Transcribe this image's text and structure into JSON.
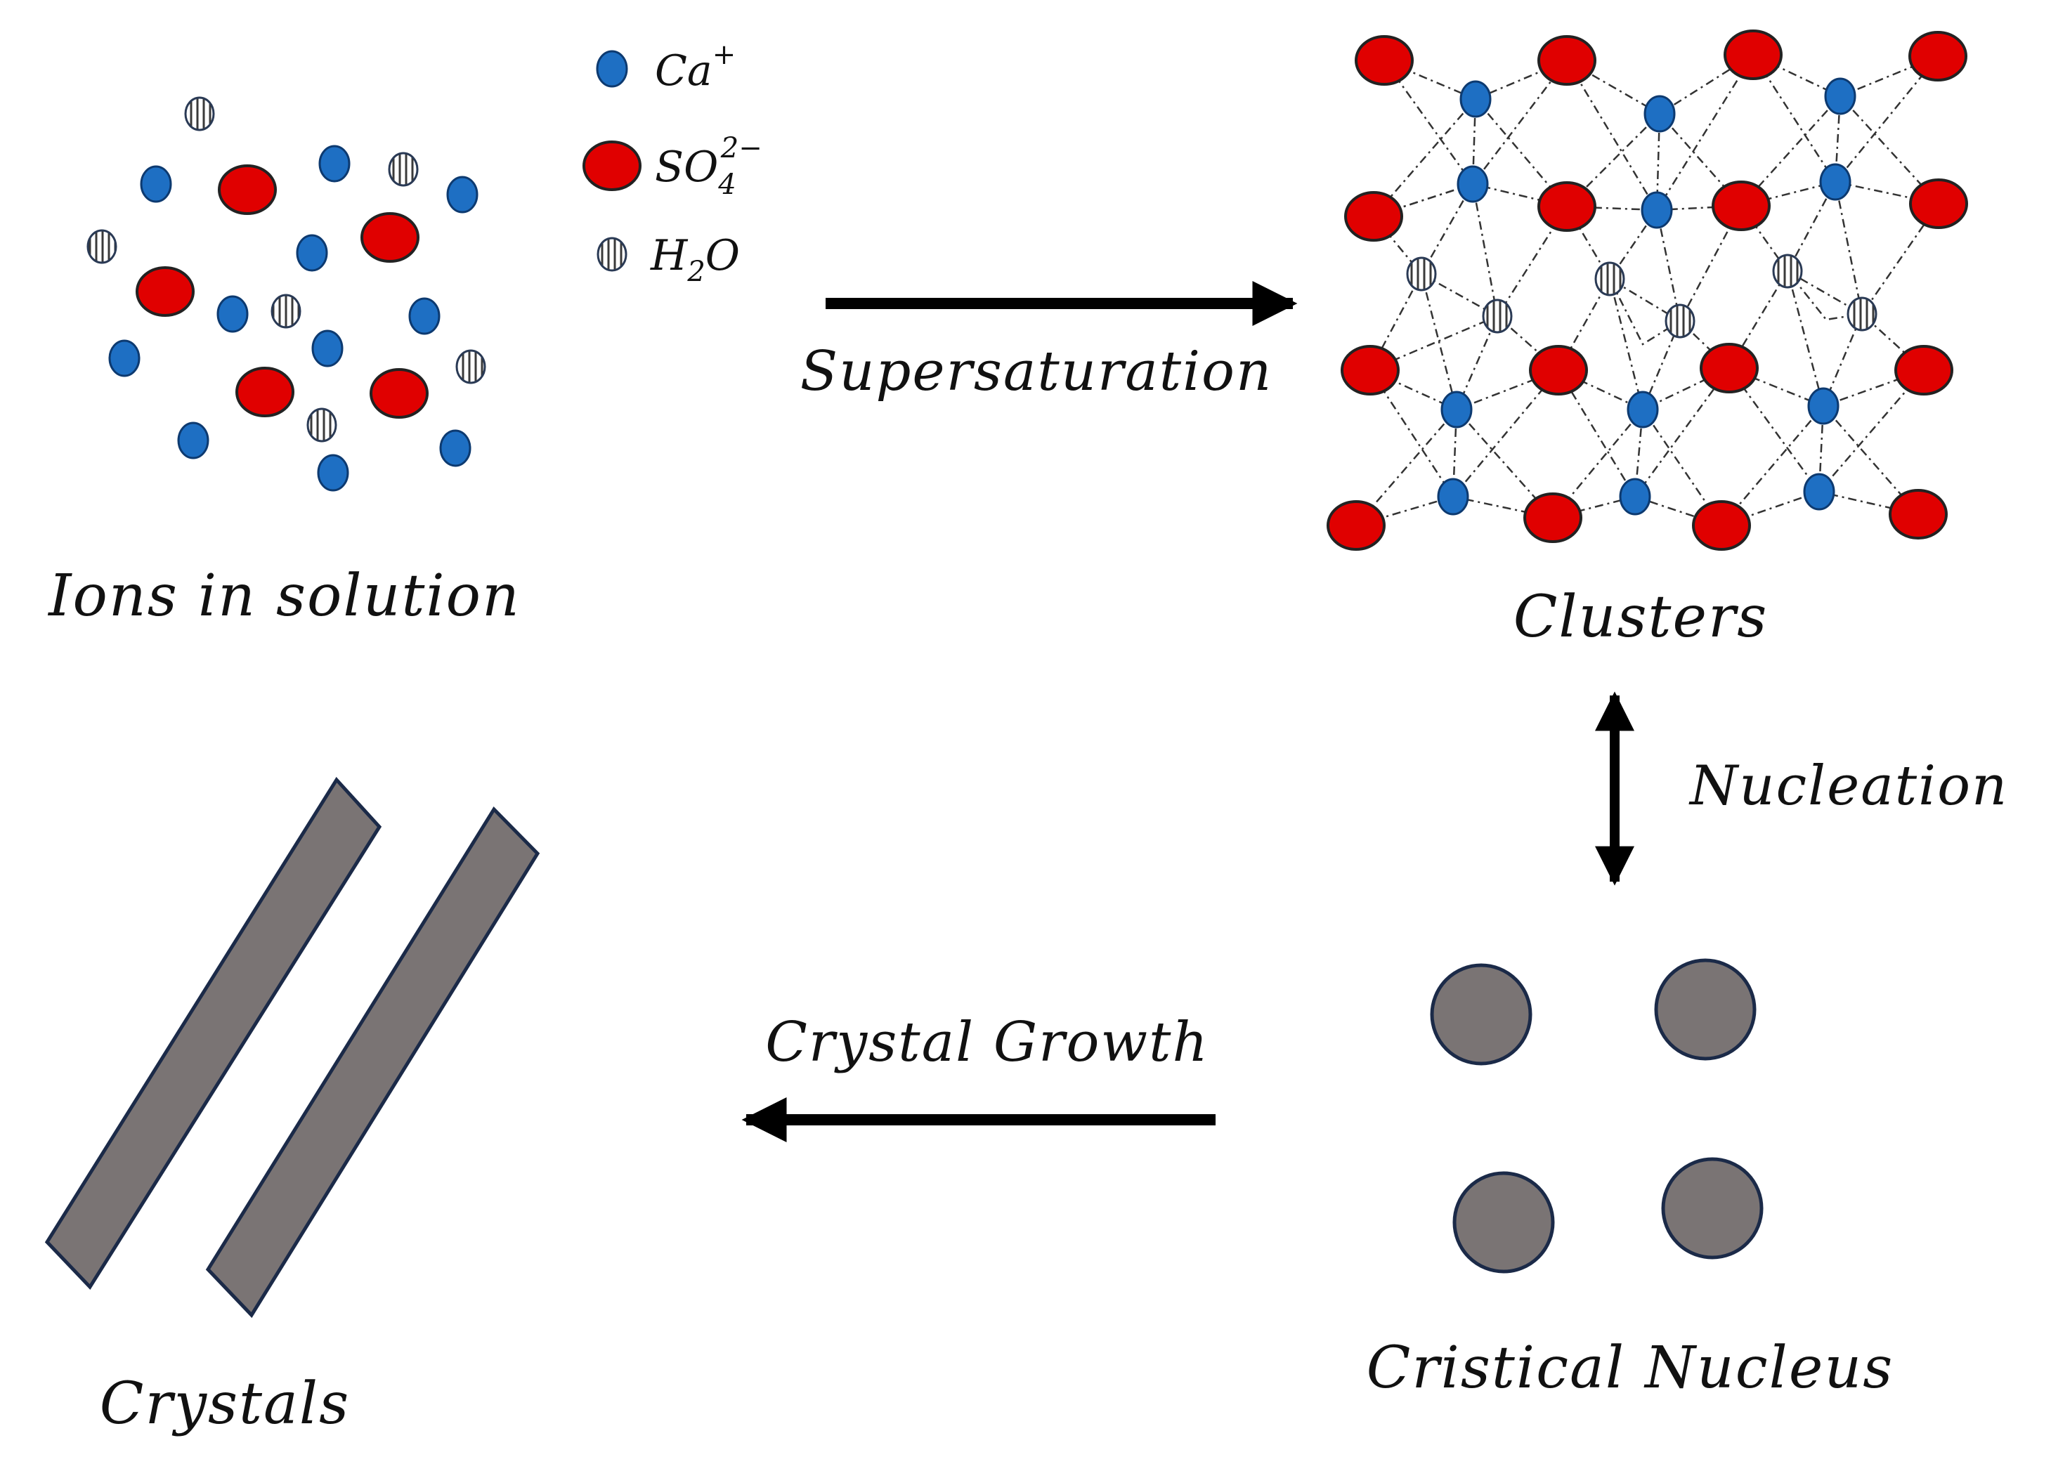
{
  "legend": {
    "ca": {
      "main": "Ca",
      "sup": "+"
    },
    "so4": {
      "main": "SO",
      "sub": "4",
      "sup": "2−"
    },
    "h2o": {
      "main": "H",
      "sub": "2",
      "tail": "O"
    }
  },
  "stages": {
    "ions": "Ions in solution",
    "clusters": "Clusters",
    "nucleus": "Cristical Nucleus",
    "crystals": "Crystals"
  },
  "processes": {
    "supersaturation": "Supersaturation",
    "nucleation": "Nucleation",
    "growth": "Crystal Growth"
  },
  "colors": {
    "calcium": "#1e6fc3",
    "sulfate": "#e00000",
    "nucleus": "#7a7474",
    "outline": "#1b2a48",
    "arrow": "#000000"
  }
}
